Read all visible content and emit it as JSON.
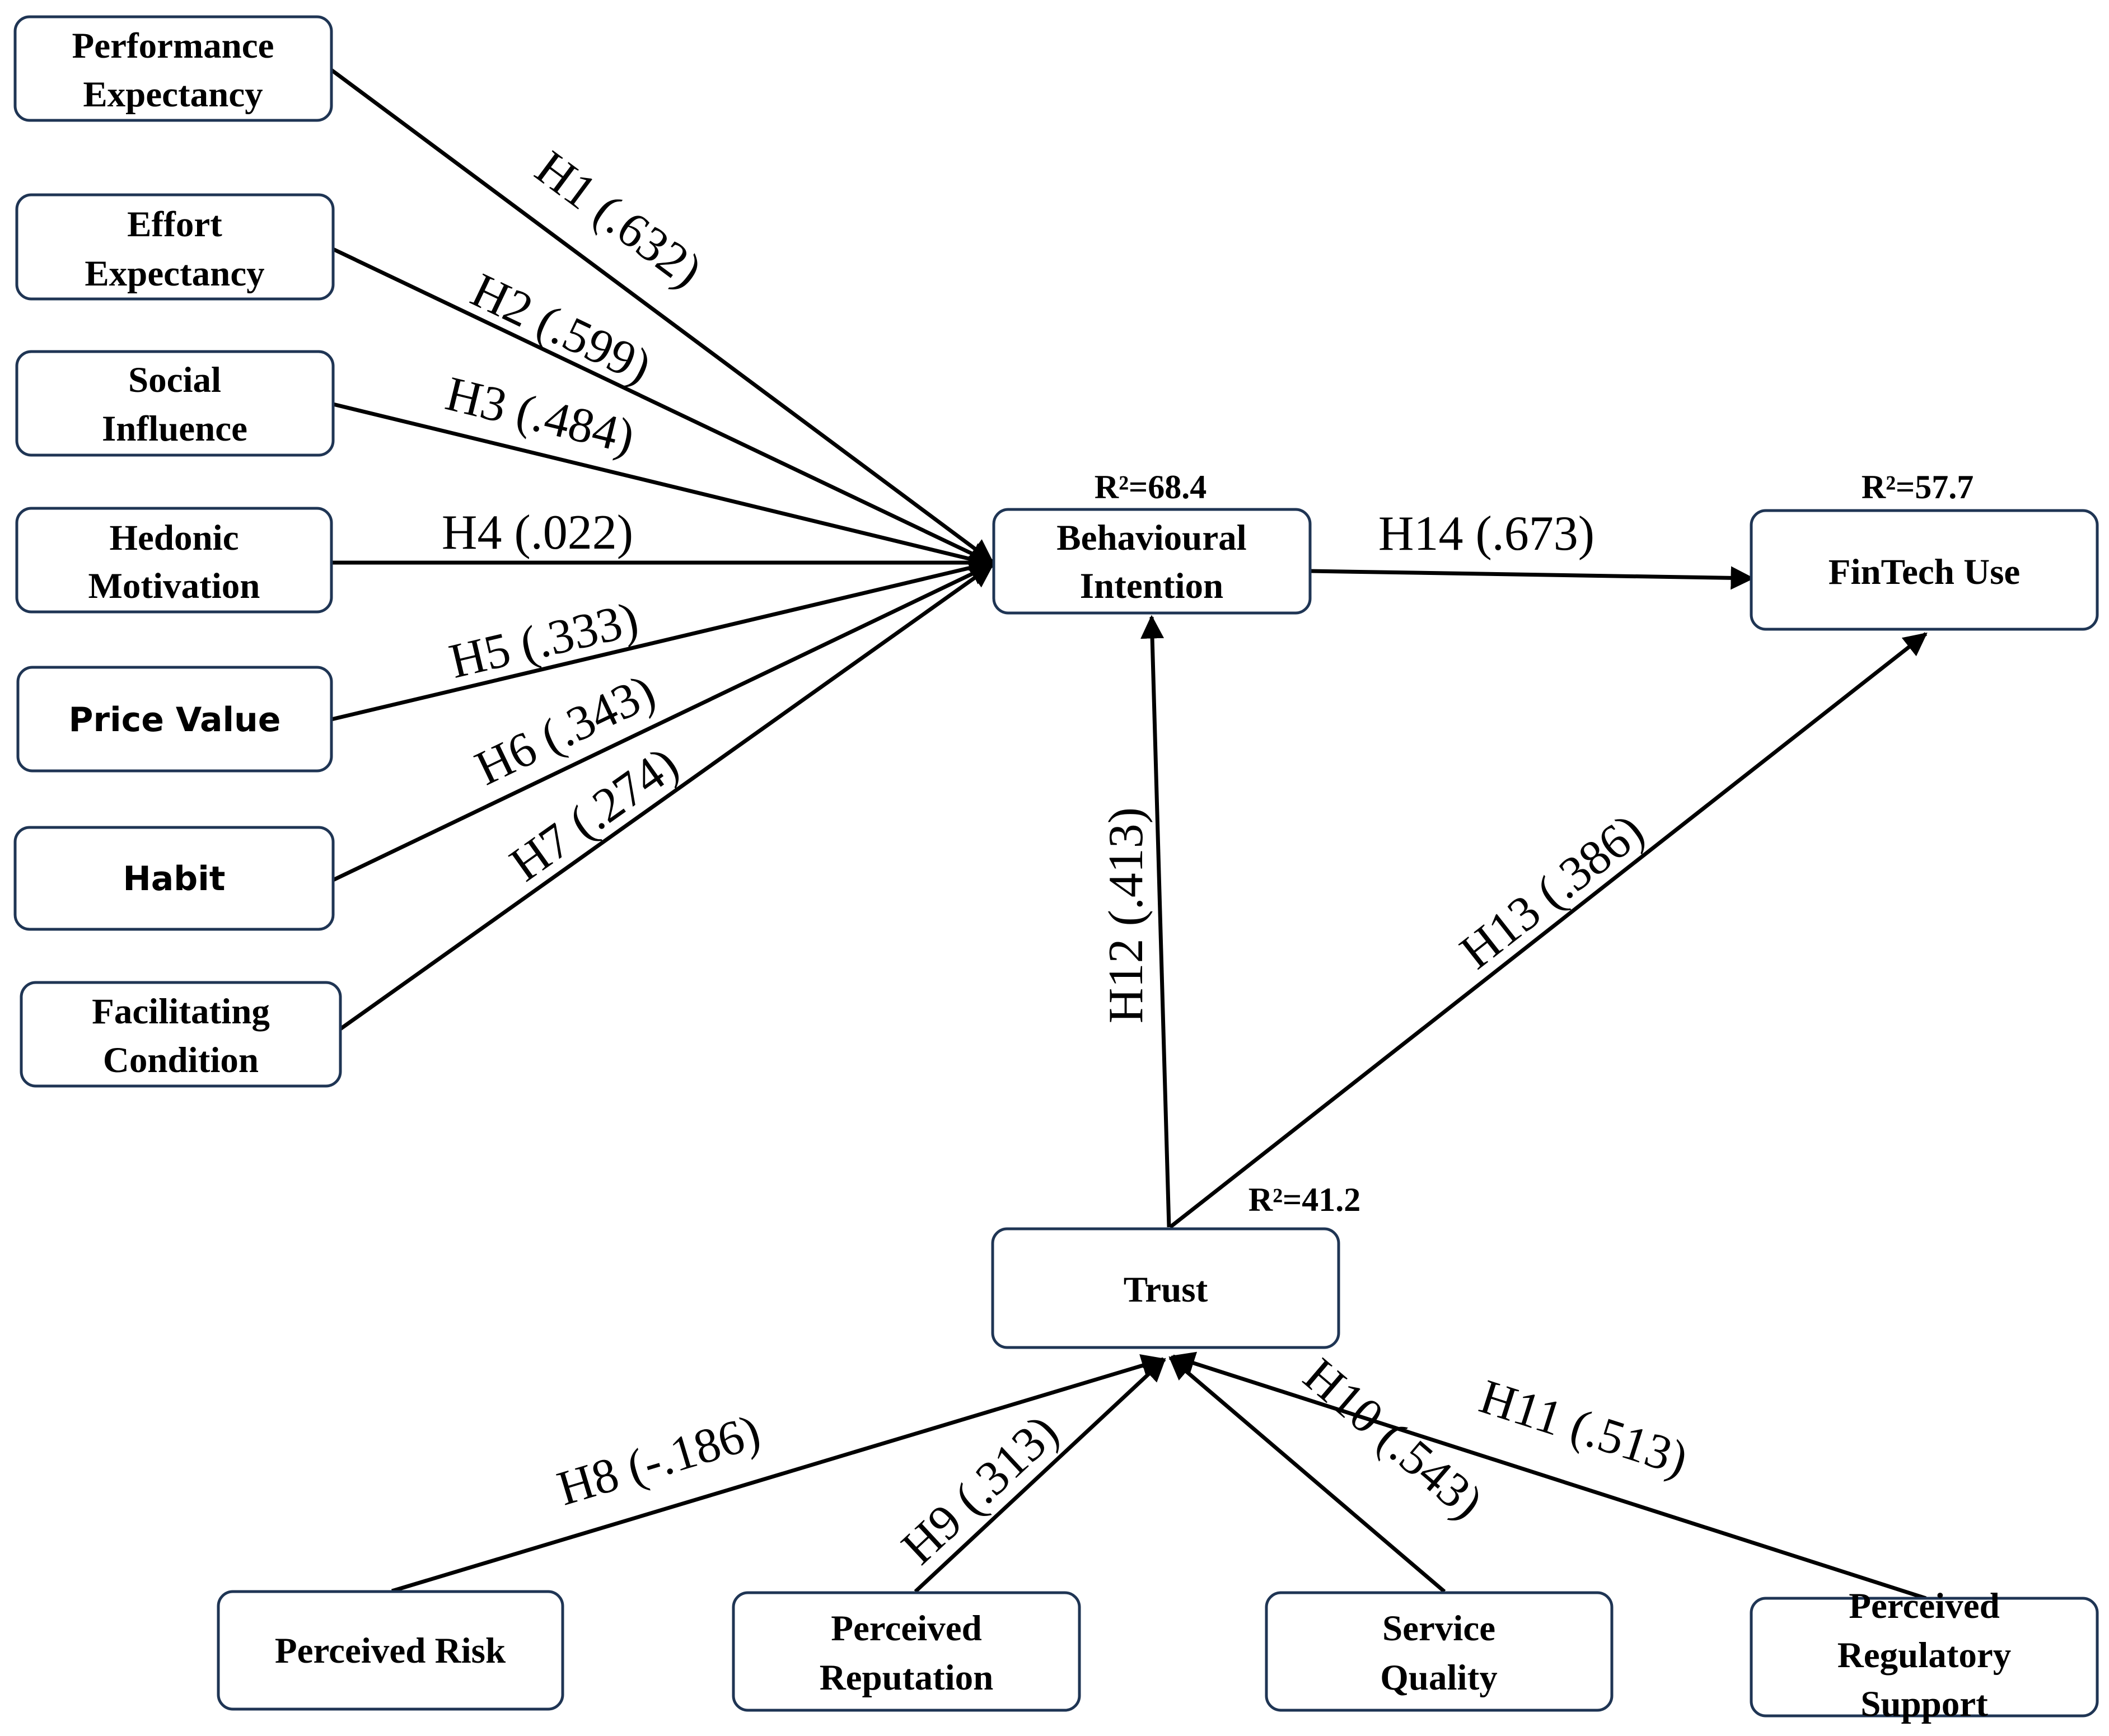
{
  "nodes": {
    "performance_expectancy": {
      "line1": "Performance",
      "line2": "Expectancy"
    },
    "effort_expectancy": {
      "line1": "Effort",
      "line2": "Expectancy"
    },
    "social_influence": {
      "line1": "Social",
      "line2": "Influence"
    },
    "hedonic_motivation": {
      "line1": "Hedonic",
      "line2": "Motivation"
    },
    "price_value": {
      "label": "Price Value"
    },
    "habit": {
      "label": "Habit"
    },
    "facilitating_condition": {
      "line1": "Facilitating",
      "line2": "Condition"
    },
    "behavioural_intention": {
      "line1": "Behavioural",
      "line2": "Intention",
      "r2": "R²=68.4"
    },
    "fintech_use": {
      "label": "FinTech Use",
      "r2": "R²=57.7"
    },
    "trust": {
      "label": "Trust",
      "r2": "R²=41.2"
    },
    "perceived_risk": {
      "label": "Perceived Risk"
    },
    "perceived_reputation": {
      "line1": "Perceived",
      "line2": "Reputation"
    },
    "service_quality": {
      "line1": "Service",
      "line2": "Quality"
    },
    "perceived_regulatory_support": {
      "line1": "Perceived",
      "line2": "Regulatory",
      "line3": "Support"
    }
  },
  "hypotheses": {
    "h1": "H1 (.632)",
    "h2": "H2 (.599)",
    "h3": "H3 (.484)",
    "h4": "H4 (.022)",
    "h5": "H5 (.333)",
    "h6": "H6 (.343)",
    "h7": "H7 (.274)",
    "h8": "H8 (-.186)",
    "h9": "H9 (.313)",
    "h10": "H10 (.543)",
    "h11": "H11 (.513)",
    "h12": "H12 (.413)",
    "h13": "H13 (.386)",
    "h14": "H14 (.673)"
  }
}
